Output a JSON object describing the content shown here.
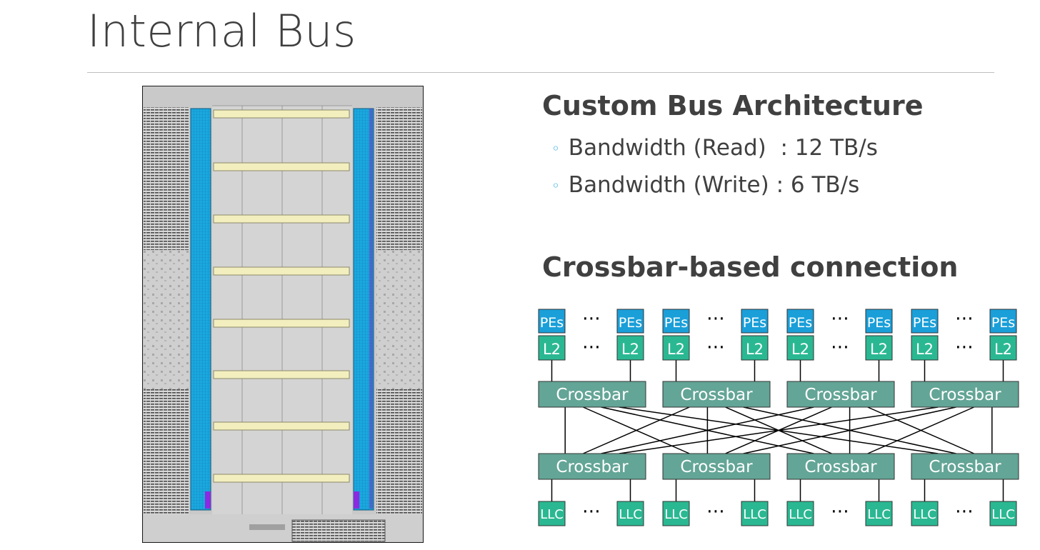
{
  "slide": {
    "title": "Internal Bus",
    "section1": {
      "heading": "Custom Bus Architecture",
      "bullets": [
        "Bandwidth (Read)  : 12 TB/s",
        "Bandwidth (Write) : 6 TB/s"
      ]
    },
    "section2": {
      "heading": "Crossbar-based connection"
    }
  },
  "diagram": {
    "pe_label": "PEs",
    "l2_label": "L2",
    "crossbar_label": "Crossbar",
    "llc_label": "LLC",
    "ellipsis": "⋯",
    "groups": 4,
    "colors": {
      "pe": "#1a9fd9",
      "l2": "#2ab892",
      "crossbar": "#63a596",
      "llc": "#2ab892",
      "die_bus": "#1aa8e0",
      "die_strip": "#f3eebe"
    }
  }
}
